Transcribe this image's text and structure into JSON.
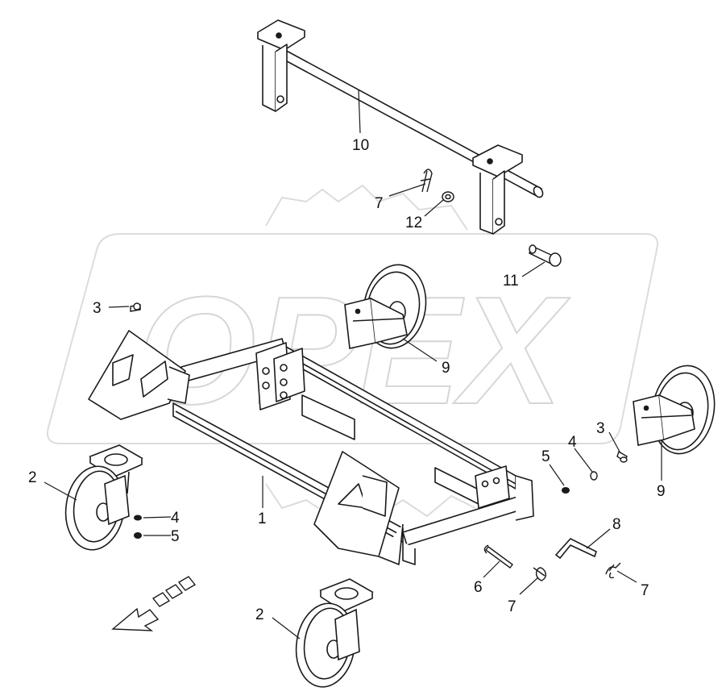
{
  "watermark": {
    "text": "OPEX",
    "color": "#e6e6e6"
  },
  "corner_code": "",
  "callouts": [
    {
      "id": "c10",
      "text": "10"
    },
    {
      "id": "c7a",
      "text": "7"
    },
    {
      "id": "c12",
      "text": "12"
    },
    {
      "id": "c11",
      "text": "11"
    },
    {
      "id": "c3a",
      "text": "3"
    },
    {
      "id": "c9a",
      "text": "9"
    },
    {
      "id": "c3b",
      "text": "3"
    },
    {
      "id": "c4a",
      "text": "4"
    },
    {
      "id": "c5a",
      "text": "5"
    },
    {
      "id": "c9b",
      "text": "9"
    },
    {
      "id": "c2a",
      "text": "2"
    },
    {
      "id": "c4b",
      "text": "4"
    },
    {
      "id": "c5b",
      "text": "5"
    },
    {
      "id": "c1",
      "text": "1"
    },
    {
      "id": "c8",
      "text": "8"
    },
    {
      "id": "c6",
      "text": "6"
    },
    {
      "id": "c7b",
      "text": "7"
    },
    {
      "id": "c7c",
      "text": "7"
    },
    {
      "id": "c2b",
      "text": "2"
    }
  ],
  "colors": {
    "line": "#1a1a1a",
    "part_fill": "#ffffff",
    "shade": "#d9d9d9"
  },
  "icons": {
    "direction_arrow": "direction-arrow-icon"
  }
}
